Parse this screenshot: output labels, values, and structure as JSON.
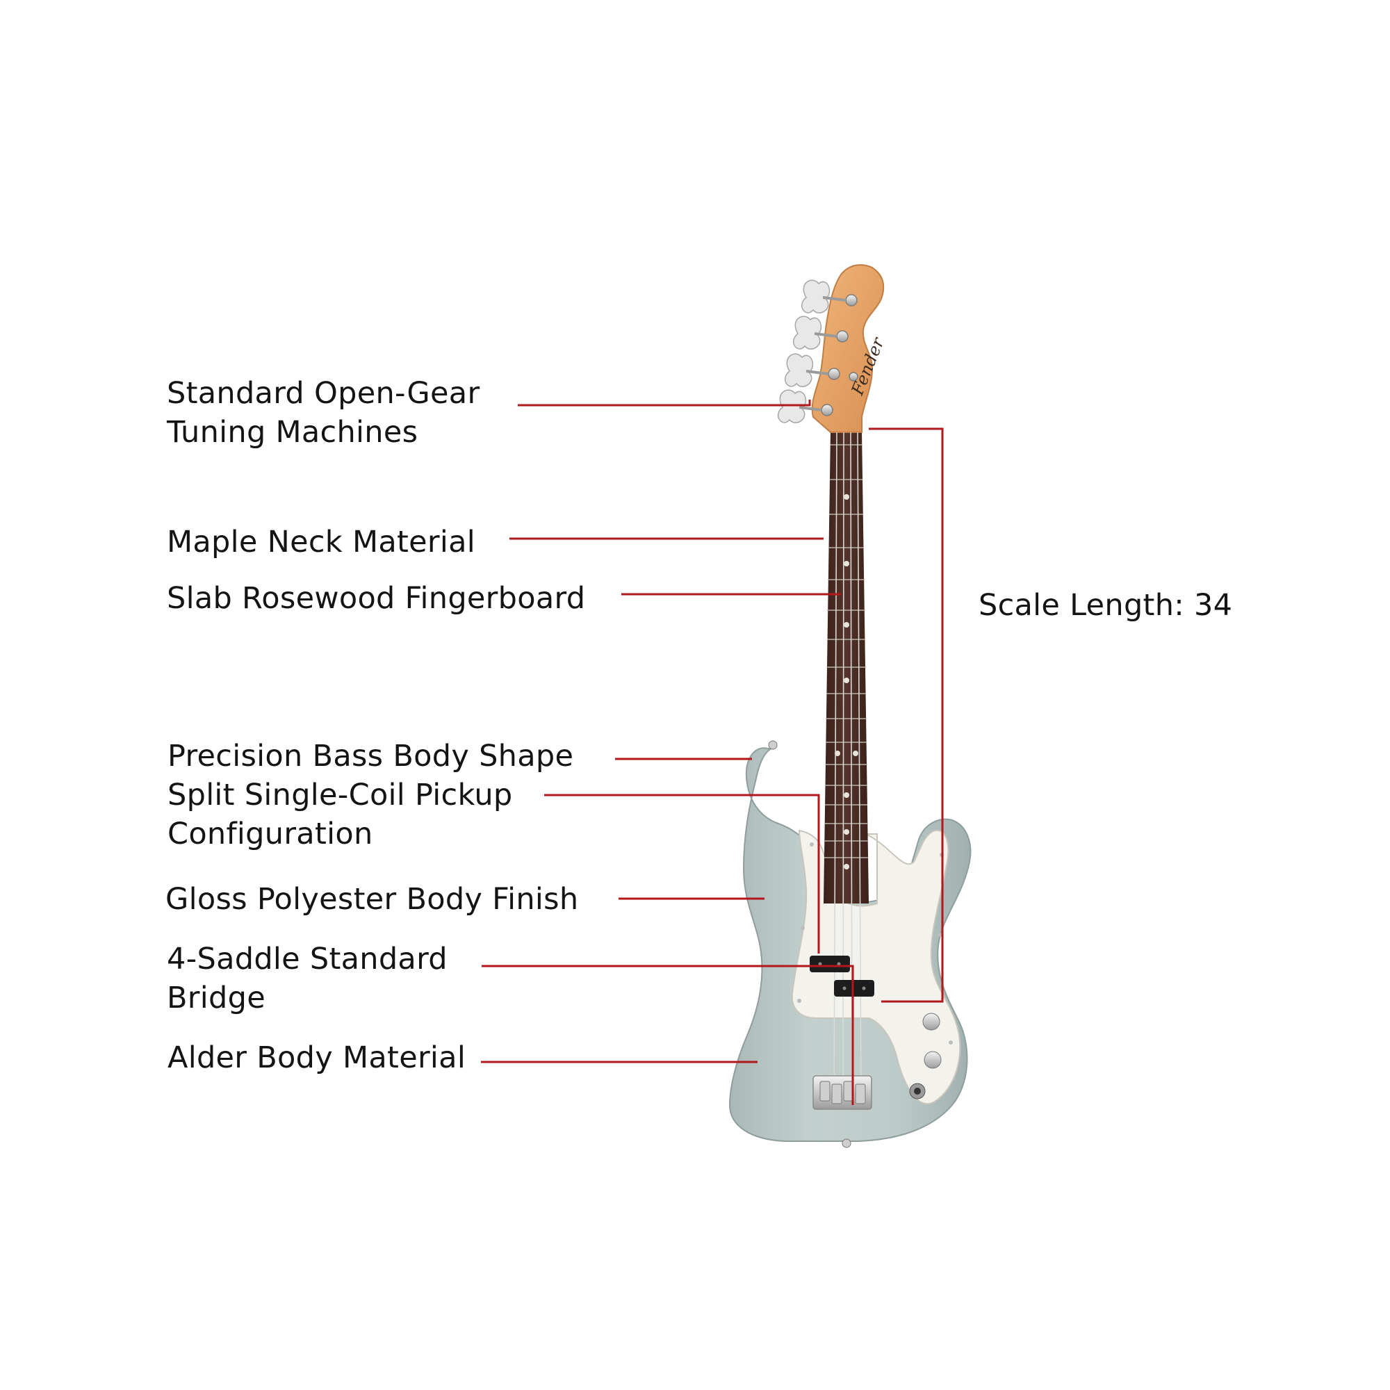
{
  "colors": {
    "leader": "#b3161b",
    "body": "#bac8c6",
    "pickguard": "#f3f2ec",
    "headstock": "#e8a062",
    "fingerboard": "#4a2c22"
  },
  "callouts": {
    "tuners": {
      "line1": "Standard Open-Gear",
      "line2": "Tuning Machines"
    },
    "neck": {
      "line1": "Maple Neck Material"
    },
    "fingerboard": {
      "line1": "Slab Rosewood Fingerboard"
    },
    "body_shape": {
      "line1": "Precision Bass Body Shape"
    },
    "pickup": {
      "line1": "Split Single-Coil Pickup",
      "line2": "Configuration"
    },
    "finish": {
      "line1": "Gloss Polyester Body Finish"
    },
    "bridge": {
      "line1": "4-Saddle Standard",
      "line2": "Bridge"
    },
    "body_material": {
      "line1": "Alder Body Material"
    },
    "scale": {
      "line1": "Scale Length: 34"
    }
  },
  "icons": [
    "bass-guitar-illustration",
    "fender-logo"
  ]
}
